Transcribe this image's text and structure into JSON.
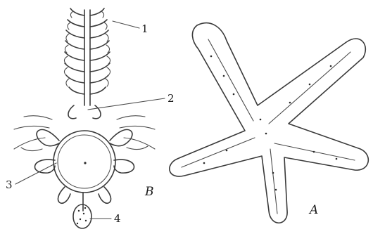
{
  "figure": {
    "part_b": {
      "letter": "B",
      "callouts": [
        "1",
        "2",
        "3",
        "4"
      ]
    },
    "part_a": {
      "letter": "A"
    }
  }
}
